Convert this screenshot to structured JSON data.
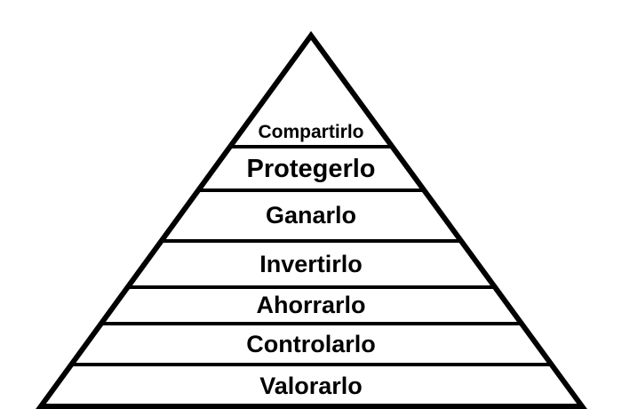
{
  "diagram": {
    "type": "pyramid",
    "levels_top_to_bottom": [
      {
        "label": "Compartirlo"
      },
      {
        "label": "Protegerlo"
      },
      {
        "label": "Ganarlo"
      },
      {
        "label": "Invertirlo"
      },
      {
        "label": "Ahorrarlo"
      },
      {
        "label": "Controlarlo"
      },
      {
        "label": "Valorarlo"
      }
    ],
    "colors": {
      "stroke": "#000000",
      "fill": "#ffffff",
      "text": "#000000"
    }
  }
}
